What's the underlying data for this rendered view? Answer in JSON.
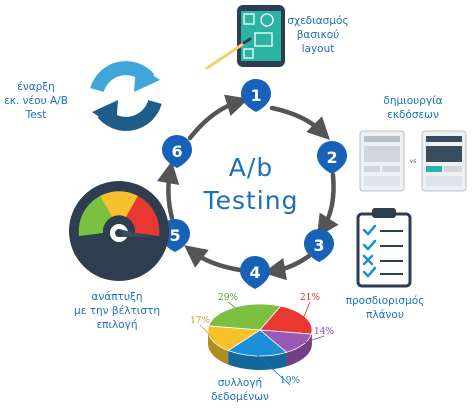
{
  "title": {
    "line1": "A/b",
    "line2": "Testing"
  },
  "steps": [
    {
      "number": "1",
      "label_lines": [
        "σχεδιασμός",
        "βασικού",
        "layout"
      ]
    },
    {
      "number": "2",
      "label_lines": [
        "δημιουργία",
        "εκδόσεων"
      ]
    },
    {
      "number": "3",
      "label_lines": [
        "προσδιορισμός",
        "πλάνου"
      ]
    },
    {
      "number": "4",
      "label_lines": [
        "συλλογή",
        "δεδομένων"
      ]
    },
    {
      "number": "5",
      "label_lines": [
        "ανάπτυξη",
        "με την βέλτιστη",
        "επιλογή"
      ]
    },
    {
      "number": "6",
      "label_lines": [
        "έναρξη",
        "εκ. νέου A/B",
        "Test"
      ]
    }
  ],
  "versions_mark": "vs",
  "pie": {
    "slices": [
      {
        "percent": "29%",
        "value": 29,
        "color": "#7cc242"
      },
      {
        "percent": "21%",
        "value": 21,
        "color": "#e8382f"
      },
      {
        "percent": "14%",
        "value": 14,
        "color": "#9b59b6"
      },
      {
        "percent": "19%",
        "value": 19,
        "color": "#1a8fd6"
      },
      {
        "percent": "17%",
        "value": 17,
        "color": "#f6c12c"
      }
    ]
  },
  "colors": {
    "accent": "#1f6fb8",
    "badge": "#1762b7",
    "arrow": "#555555",
    "cycle_icon": "#3ea6d9",
    "cycle_icon_dark": "#1e5d8a"
  },
  "icons": [
    "tablet-icon",
    "layout-versions-icon",
    "checklist-icon",
    "pie-chart-icon",
    "gauge-icon",
    "refresh-cycle-icon"
  ]
}
